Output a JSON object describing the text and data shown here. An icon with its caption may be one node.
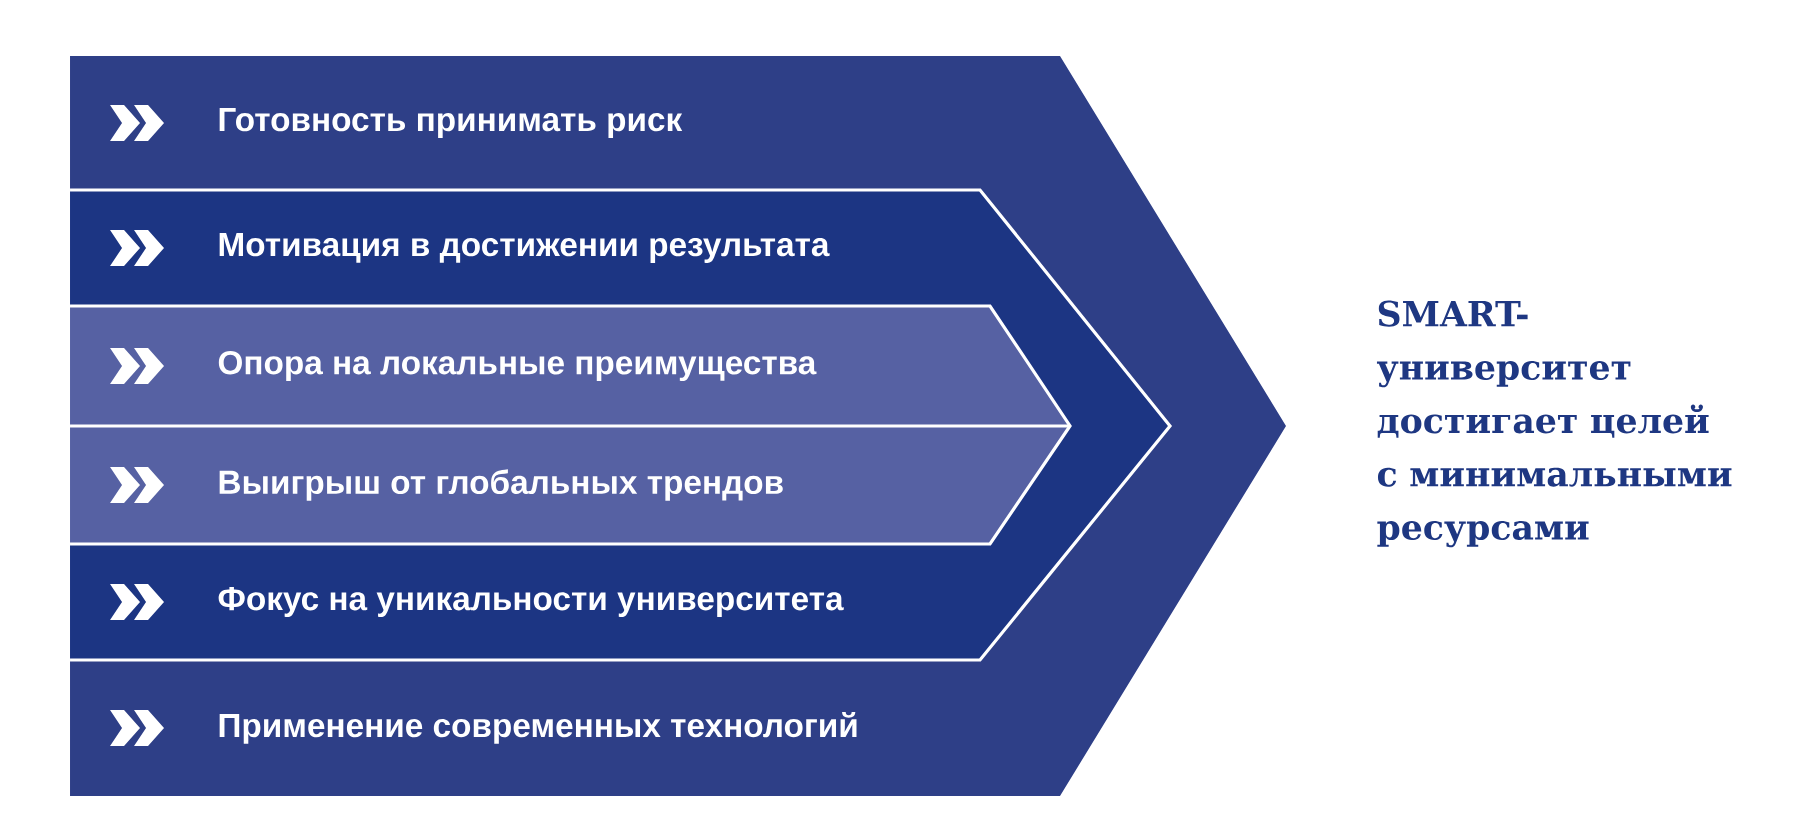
{
  "diagram": {
    "nodes": [
      {
        "text": [
          "Готовность принимать риск"
        ]
      },
      {
        "text": [
          "Мотивация в достижении результата"
        ]
      },
      {
        "text": [
          "Опора на локальные преимущества"
        ]
      },
      {
        "text": [
          "Выигрыш от глобальных трендов"
        ]
      },
      {
        "text": [
          "Фокус на уникальности университета"
        ]
      },
      {
        "text": [
          "Применение современных технологий"
        ]
      }
    ],
    "labels": [
      "SMART- университет достигает целей с минимальными ресурсами"
    ]
  }
}
